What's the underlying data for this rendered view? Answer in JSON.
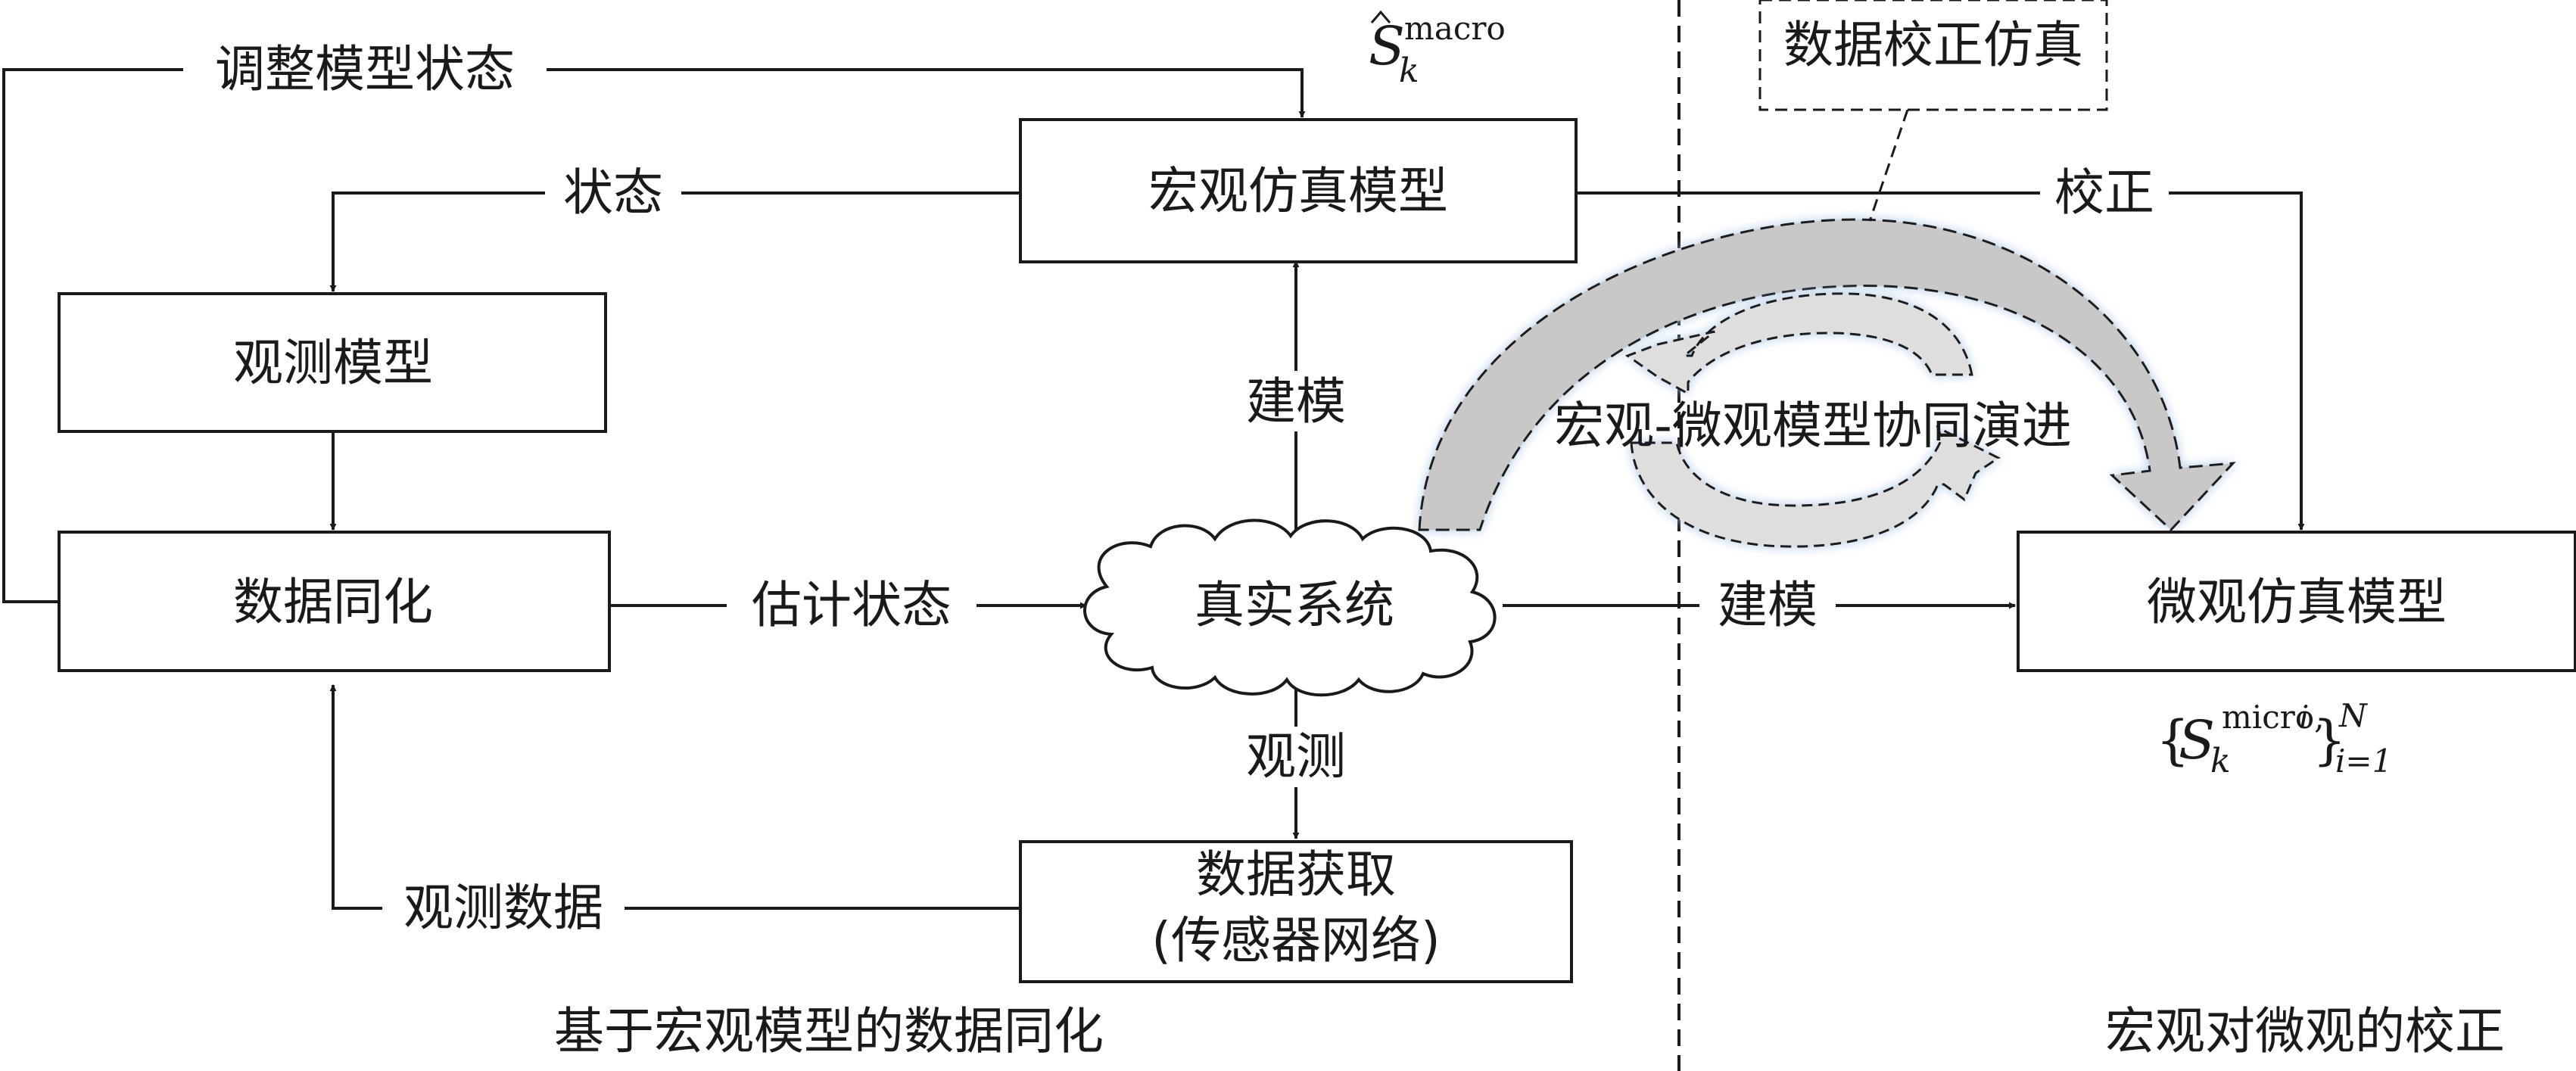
{
  "boxes": {
    "macro_sim": "宏观仿真模型",
    "obs_model": "观测模型",
    "data_assim": "数据同化",
    "real_system": "真实系统",
    "data_acq_line1": "数据获取",
    "data_acq_line2": "(传感器网络)",
    "micro_sim": "微观仿真模型",
    "correction_sim": "数据校正仿真"
  },
  "edges": {
    "adjust_state": "调整模型状态",
    "state": "状态",
    "modeling_up": "建模",
    "estimate_state": "估计状态",
    "observe": "观测",
    "obs_data": "观测数据",
    "correct": "校正",
    "modeling_right": "建模",
    "co_evolution": "宏观-微观模型协同演进"
  },
  "math": {
    "macro_S": "S",
    "macro_sub": "k",
    "macro_sup": "macro",
    "micro_open": "{",
    "micro_S": "S",
    "micro_sub": "k",
    "micro_sup": "micro,",
    "micro_sup_i": "i",
    "micro_close": "}",
    "micro_range_sup": "N",
    "micro_range_sub": "i=1"
  },
  "sections": {
    "left_caption": "基于宏观模型的数据同化",
    "right_caption": "宏观对微观的校正"
  },
  "colors": {
    "line": "#1a1a1a",
    "arrow_fill": "#c7c7c7",
    "arrow_fill_light": "#dcdcdc",
    "glow": "#bcd3ea"
  }
}
